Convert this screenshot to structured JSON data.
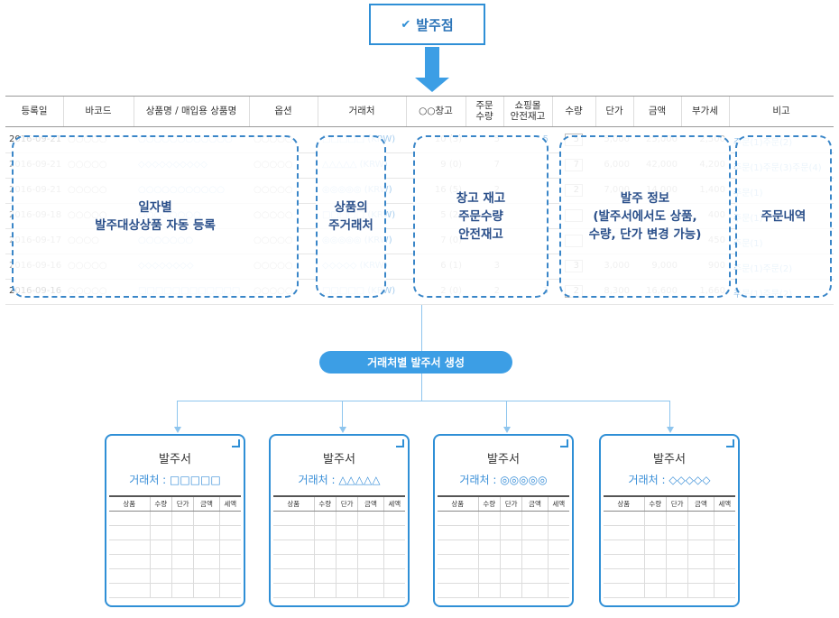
{
  "top_node": {
    "check_icon": "✔",
    "label": "발주점"
  },
  "table": {
    "headers": [
      "등록일",
      "바코드",
      "상품명 / 매입용 상품명",
      "옵션",
      "거래처",
      "○○창고",
      "주문\n수량",
      "쇼핑몰\n안전재고",
      "수량",
      "단가",
      "금액",
      "부가세",
      "비고"
    ],
    "rows": [
      {
        "date": "2016-09-21",
        "barcode": "○○○○○",
        "name": "○○○○○○○○○○○○",
        "option": "○○○○○",
        "vendor": "□□□□□ (KRW)",
        "stock": "10 (3)",
        "order": "5",
        "safety": "5",
        "qty": "5",
        "price": "5,000",
        "amount": "25,000",
        "vat": "2,500",
        "note": "주문(1)주문(2)"
      },
      {
        "date": "2016-09-21",
        "barcode": "○○○○○",
        "name": "◇◇◇◇◇◇◇◇◇◇",
        "option": "○○○○○",
        "vendor": "△△△△△ (KRW)",
        "stock": "9 (0)",
        "order": "7",
        "safety": "",
        "qty": "7",
        "price": "6,000",
        "amount": "42,000",
        "vat": "4,200",
        "note": "주문(1)주문(3)주문(4)"
      },
      {
        "date": "2016-09-21",
        "barcode": "○○○○○",
        "name": "○○○○○○○○○○○",
        "option": "○○○○○",
        "vendor": "◎◎◎◎◎ (KRW)",
        "stock": "16 (5)",
        "order": "2",
        "safety": "",
        "qty": "2",
        "price": "7,000",
        "amount": "14,000",
        "vat": "1,400",
        "note": "주문(1)"
      },
      {
        "date": "2016-09-18",
        "barcode": "○○○○○",
        "name": "○○○○○○○○",
        "option": "○○○○○",
        "vendor": "□□□□□ (KRW)",
        "stock": "5 (2)",
        "order": "",
        "safety": "",
        "qty": "",
        "price": "",
        "amount": "",
        "vat": "400",
        "note": "주문(1)"
      },
      {
        "date": "2016-09-17",
        "barcode": "○○○○",
        "name": "○○○○○○○",
        "option": "○○○○○",
        "vendor": "◎◎◎◎◎ (KRW)",
        "stock": "7 (0)",
        "order": "",
        "safety": "",
        "qty": "",
        "price": "",
        "amount": "",
        "vat": "450",
        "note": "주문(1)"
      },
      {
        "date": "2016-09-16",
        "barcode": "○○○○○",
        "name": "◇◇◇◇◇◇◇◇",
        "option": "○○○○○",
        "vendor": "◇◇◇◇◇ (KRW)",
        "stock": "6 (1)",
        "order": "3",
        "safety": "",
        "qty": "3",
        "price": "3,000",
        "amount": "9,000",
        "vat": "900",
        "note": "주문(1)주문(2)"
      },
      {
        "date": "2016-09-16",
        "barcode": "○○○○○",
        "name": "□□□□□□□□□□□□",
        "option": "○○○○○",
        "vendor": "□□□□□ (KRW)",
        "stock": "2 (0)",
        "order": "2",
        "safety": "3",
        "qty": "2",
        "price": "8,300",
        "amount": "16,600",
        "vat": "1,660",
        "note": "주문(1)주문(2)"
      }
    ]
  },
  "overlays": {
    "daily": "일자별\n발주대상상품 자동 등록",
    "vendor": "상품의\n주거래처",
    "stock": "창고 재고\n주문수량\n안전재고",
    "order_info": "발주 정보\n(발주서에서도 상품,\n수량, 단가 변경 가능)",
    "order_detail": "주문내역"
  },
  "pill": {
    "label": "거래처별 발주서 생성"
  },
  "sheets": [
    {
      "title": "발주서",
      "vendor": "거래처 : □□□□□"
    },
    {
      "title": "발주서",
      "vendor": "거래처 : △△△△△"
    },
    {
      "title": "발주서",
      "vendor": "거래처 : ◎◎◎◎◎"
    },
    {
      "title": "발주서",
      "vendor": "거래처 : ◇◇◇◇◇"
    }
  ],
  "sheet_headers": [
    "상품",
    "수량",
    "단가",
    "금액",
    "세액"
  ],
  "colors": {
    "accent": "#3c9ee5",
    "border": "#2f8fd6",
    "overlay_text": "#2a4f8a"
  }
}
